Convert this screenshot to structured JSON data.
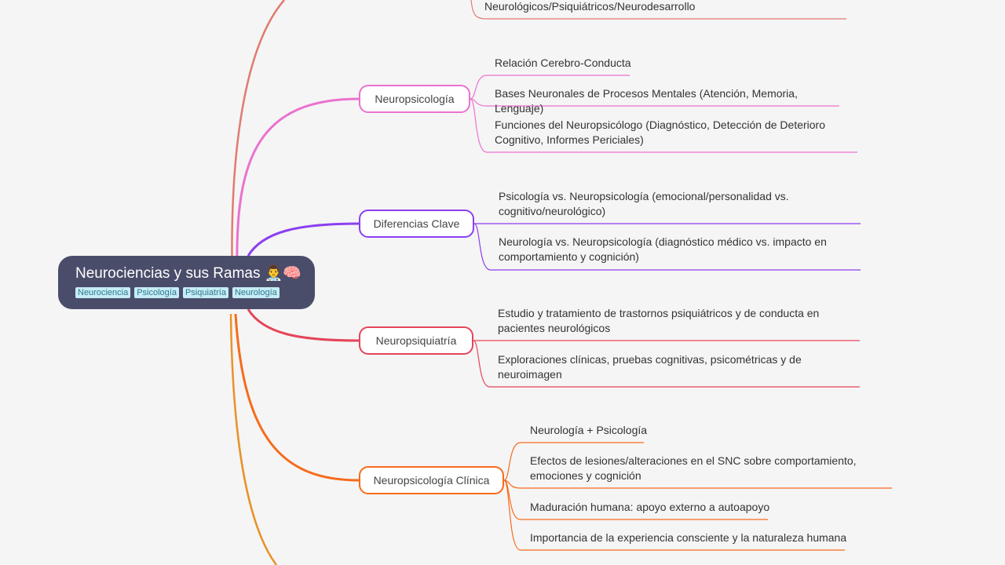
{
  "root": {
    "title": "Neurociencias y sus Ramas 👨‍⚕️🧠",
    "tags": [
      "Neurociencia",
      "Psicología",
      "Psiquiatría",
      "Neurología"
    ]
  },
  "top_leaf": {
    "text": "Neurológicos/Psiquiátricos/Neurodesarrollo",
    "color": "#e07b70"
  },
  "branches": [
    {
      "label": "Neuropsicología",
      "color": "#ea72cf",
      "leaves": [
        "Relación Cerebro-Conducta",
        "Bases Neuronales de Procesos Mentales (Atención, Memoria, Lenguaje)",
        "Funciones del Neuropsicólogo (Diagnóstico, Detección de Deterioro Cognitivo, Informes Periciales)"
      ]
    },
    {
      "label": "Diferencias Clave",
      "color": "#8b3ff0",
      "leaves": [
        "Psicología vs. Neuropsicología (emocional/personalidad vs. cognitivo/neurológico)",
        "Neurología vs. Neuropsicología (diagnóstico médico vs. impacto en comportamiento y cognición)"
      ]
    },
    {
      "label": "Neuropsiquiatría",
      "color": "#e5455a",
      "leaves": [
        "Estudio y tratamiento de trastornos psiquiátricos y de conducta en pacientes neurológicos",
        "Exploraciones clínicas, pruebas cognitivas, psicométricas y de neuroimagen"
      ]
    },
    {
      "label": "Neuropsicología Clínica",
      "color": "#f76b1c",
      "leaves": [
        "Neurología + Psicología",
        "Efectos de lesiones/alteraciones en el SNC sobre comportamiento, emociones y cognición",
        "Maduración humana: apoyo externo a autoapoyo",
        "Importancia de la experiencia consciente y la naturaleza humana"
      ]
    }
  ],
  "bottom_branch_color": "#e8922a"
}
